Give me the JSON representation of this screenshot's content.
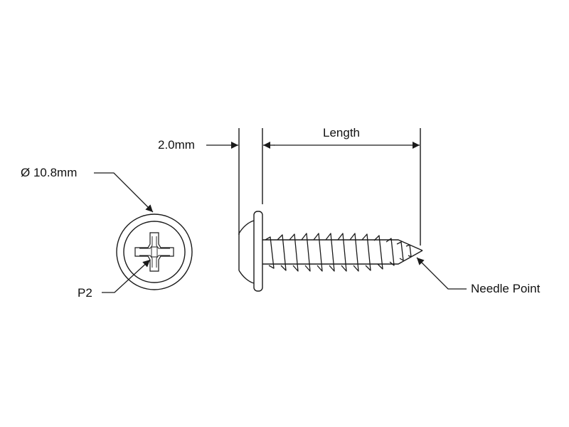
{
  "labels": {
    "head_diameter": "Ø 10.8mm",
    "drive": "P2",
    "washer_thickness": "2.0mm",
    "length": "Length",
    "point": "Needle Point"
  },
  "colors": {
    "line": "#1a1a1a",
    "background": "#ffffff"
  }
}
